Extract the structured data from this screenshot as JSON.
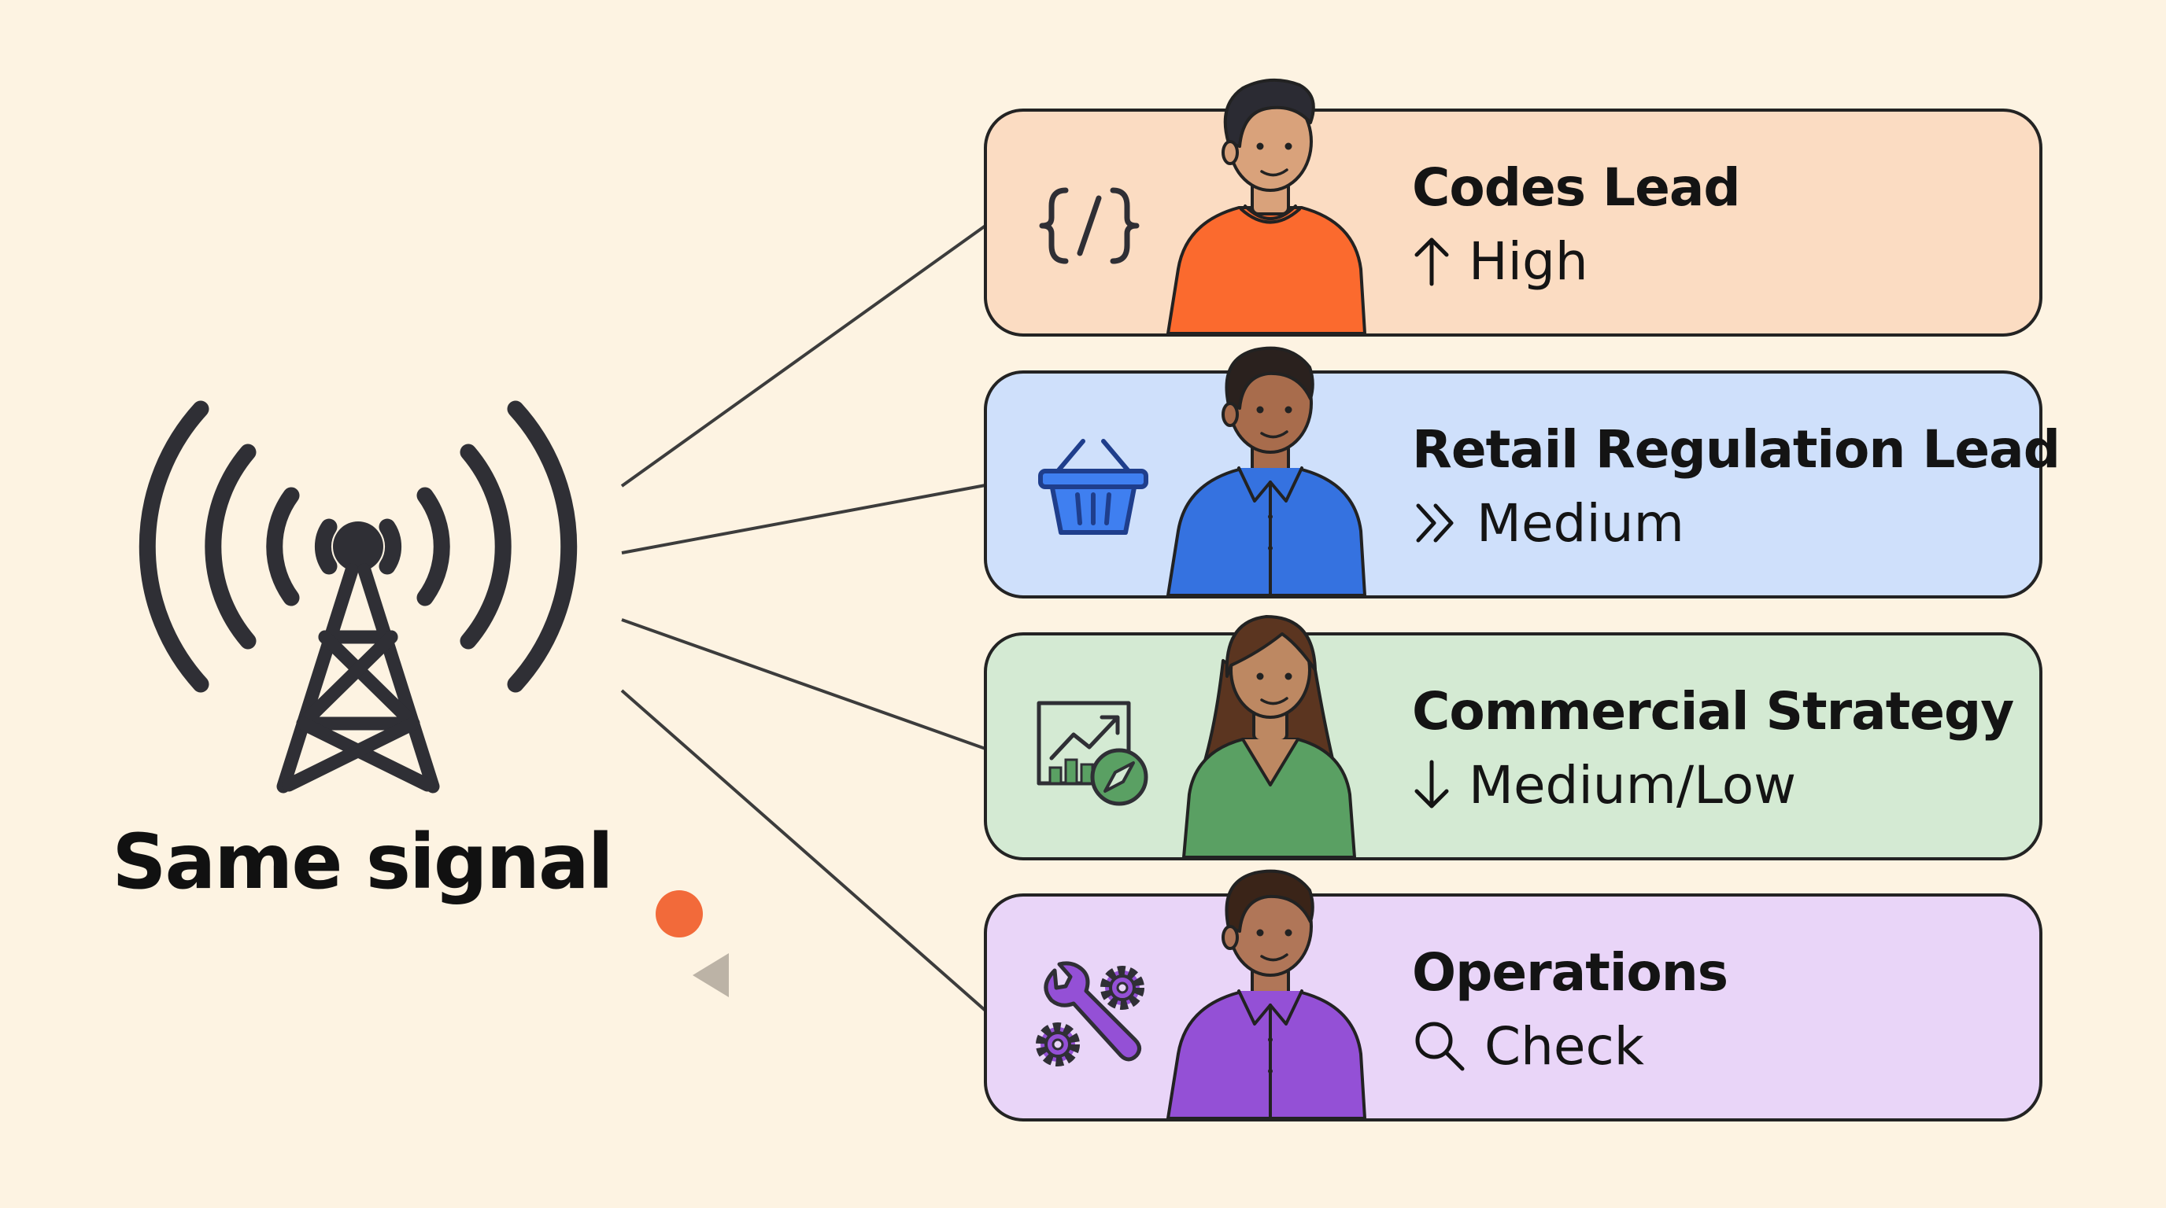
{
  "signal": {
    "label": "Same signal",
    "icon": "radio-tower-icon"
  },
  "colors": {
    "background": "#fdf3e2",
    "ink": "#2f2f35",
    "decor_dot": "#f26a3a",
    "decor_triangle": "#bcb3a6"
  },
  "stakeholders": [
    {
      "id": "codes",
      "title": "Codes Lead",
      "level": "High",
      "level_icon": "arrow-up-icon",
      "role_icon": "code-brackets-icon",
      "card_color": "#fbdcc2",
      "shirt_color": "#fb6a2e",
      "skin_color": "#d9a27b",
      "hair": "short"
    },
    {
      "id": "retail",
      "title": "Retail Regulation Lead",
      "level": "Medium",
      "level_icon": "double-chevron-right-icon",
      "role_icon": "shopping-basket-icon",
      "card_color": "#cfe0fb",
      "shirt_color": "#3572e0",
      "skin_color": "#a86c4c",
      "hair": "short"
    },
    {
      "id": "commercial",
      "title": "Commercial Strategy",
      "level": "Medium/Low",
      "level_icon": "arrow-down-icon",
      "role_icon": "chart-compass-icon",
      "card_color": "#d4ead3",
      "shirt_color": "#5aa063",
      "skin_color": "#bd8862",
      "hair": "long"
    },
    {
      "id": "operations",
      "title": "Operations",
      "level": "Check",
      "level_icon": "magnifier-icon",
      "role_icon": "wrench-gears-icon",
      "card_color": "#e9d5f8",
      "shirt_color": "#9450d6",
      "skin_color": "#b07658",
      "hair": "short"
    }
  ]
}
